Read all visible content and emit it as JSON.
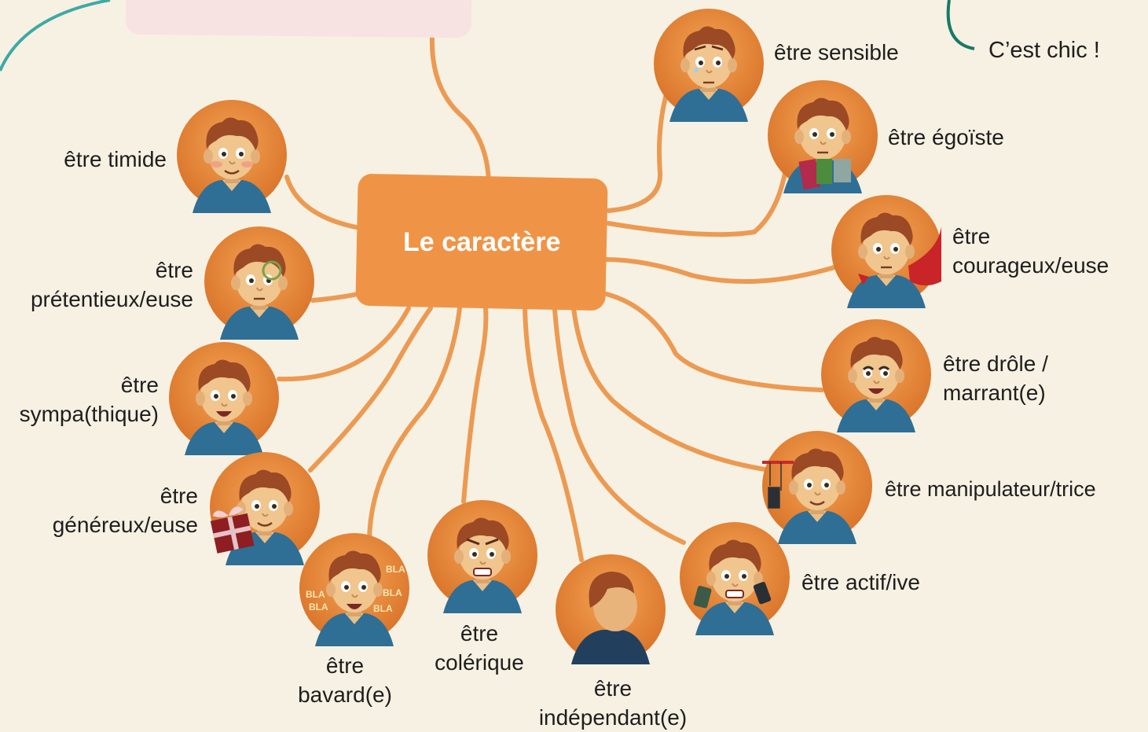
{
  "title_fragment": "famille",
  "center_label": "Le caractère",
  "top_right_text": "C’est chic !",
  "colors": {
    "background": "#f7f1e3",
    "center_node": "#ef9446",
    "branch": "#ec9a52",
    "title_text": "#e8545c",
    "title_box": "#f7e3e2",
    "avatar_ring": "#e88a3c",
    "top_left_curve": "#3daaa3",
    "top_right_curve": "#177a66"
  },
  "traits": [
    {
      "id": "timide",
      "lines": [
        "être timide"
      ],
      "expression": "shy-smile"
    },
    {
      "id": "pretentieux",
      "lines": [
        "être",
        "prétentieux/euse"
      ],
      "expression": "monocle"
    },
    {
      "id": "sympa",
      "lines": [
        "être",
        "sympa(thique)"
      ],
      "expression": "big-smile"
    },
    {
      "id": "genereux",
      "lines": [
        "être",
        "généreux/euse"
      ],
      "expression": "gift"
    },
    {
      "id": "bavard",
      "lines": [
        "être",
        "bavard(e)"
      ],
      "expression": "talking",
      "speech": [
        "BLA",
        "BLA",
        "BLA",
        "BLA",
        "BLA"
      ]
    },
    {
      "id": "colerique",
      "lines": [
        "être",
        "colérique"
      ],
      "expression": "angry"
    },
    {
      "id": "independant",
      "lines": [
        "être",
        "indépendant(e)"
      ],
      "expression": "profile"
    },
    {
      "id": "actif",
      "lines": [
        "être actif/ive"
      ],
      "expression": "busy-phone"
    },
    {
      "id": "manipulateur",
      "lines": [
        "être manipulateur/trice"
      ],
      "expression": "puppeteer"
    },
    {
      "id": "drole",
      "lines": [
        "être drôle /",
        "marrant(e)"
      ],
      "expression": "laughing"
    },
    {
      "id": "courageux",
      "lines": [
        "être",
        "courageux/euse"
      ],
      "expression": "cape"
    },
    {
      "id": "egoiste",
      "lines": [
        "être égoïste"
      ],
      "expression": "hoarding-books"
    },
    {
      "id": "sensible",
      "lines": [
        "être sensible"
      ],
      "expression": "teary"
    }
  ]
}
